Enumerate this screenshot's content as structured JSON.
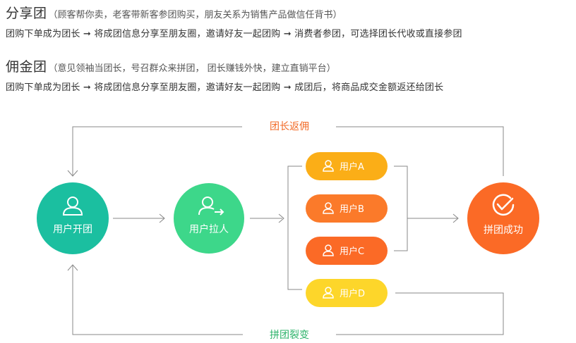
{
  "sections": [
    {
      "title": "分享团",
      "subtitle": "（顾客帮你卖，老客带新客参团购买，朋友关系为销售产品做信任背书）",
      "flow": "团购下单成为团长 ➞ 将成团信息分享至朋友圈，邀请好友一起团购 ➞ 消费者参团，可选择团长代收或直接参团"
    },
    {
      "title": "佣金团",
      "subtitle": "（意见领袖当团长，号召群众来拼团， 团长赚钱外快，建立直销平台）",
      "flow": "团购下单成为团长 ➞ 将成团信息分享至朋友圈，邀请好友一起团购 ➞ 成团后，将商品成交金额返还给团长"
    }
  ],
  "diagram": {
    "top_label": "团长返佣",
    "bottom_label": "拼团裂变",
    "nodes": {
      "open_group": {
        "label": "用户开团",
        "color": "#1bbfa0",
        "icon": "user-icon"
      },
      "invite": {
        "label": "用户拉人",
        "color": "#3dd78a",
        "icon": "user-share-icon"
      },
      "success": {
        "label": "拼团成功",
        "color": "#fb6a26",
        "icon": "check-circle-icon"
      }
    },
    "users": [
      {
        "label": "用户A",
        "color": "#fbae17"
      },
      {
        "label": "用户B",
        "color": "#fb7a2a"
      },
      {
        "label": "用户C",
        "color": "#fb6a26"
      },
      {
        "label": "用户D",
        "color": "#fdd62a"
      }
    ],
    "colors": {
      "line": "#888888",
      "label_orange": "#f26a26",
      "label_green": "#2db36a"
    }
  }
}
